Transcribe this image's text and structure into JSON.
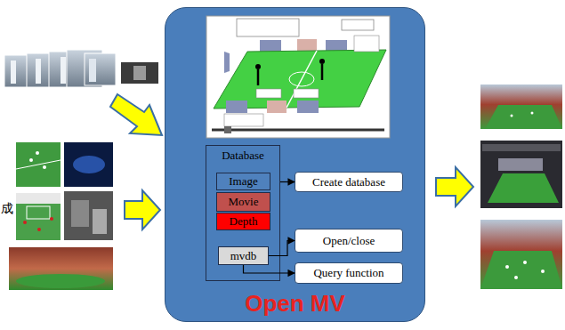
{
  "diagram": {
    "nodes": [
      {
        "text": [
          "Open MV"
        ]
      },
      {
        "text": [
          "Database"
        ],
        "in": 0
      },
      {
        "text": [
          "Image"
        ],
        "in": 1
      },
      {
        "text": [
          "Movie"
        ],
        "in": 1
      },
      {
        "text": [
          "Depth"
        ],
        "in": 1
      },
      {
        "text": [
          "mvdb"
        ],
        "in": 1
      },
      {
        "text": [
          "Create database"
        ],
        "in": 0
      },
      {
        "text": [
          "Open/close"
        ],
        "in": 0
      },
      {
        "text": [
          "Query function"
        ],
        "in": 0
      }
    ],
    "edges": [
      {
        "from": 1,
        "to": 6,
        "arrow": "to"
      },
      {
        "from": 5,
        "to": 7,
        "arrow": "to"
      },
      {
        "from": 5,
        "to": 8,
        "arrow": "to"
      }
    ],
    "labels": [
      "成"
    ]
  }
}
